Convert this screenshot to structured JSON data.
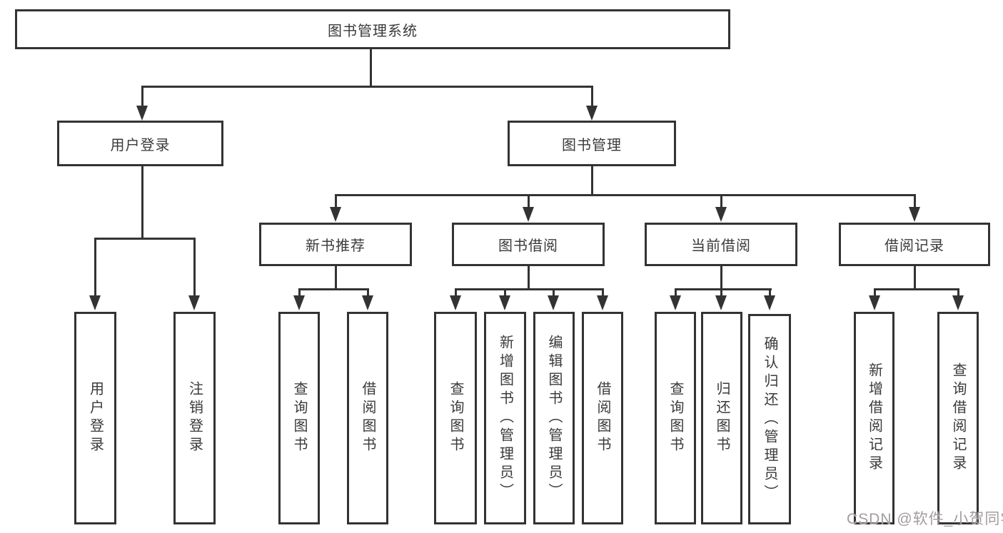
{
  "tree": {
    "root": {
      "label": "图书管理系统"
    },
    "user_login": {
      "label": "用户登录",
      "children": [
        {
          "label": "用户登录"
        },
        {
          "label": "注销登录"
        }
      ]
    },
    "book_mgmt": {
      "label": "图书管理",
      "modules": [
        {
          "label": "新书推荐",
          "children": [
            {
              "label": "查询图书"
            },
            {
              "label": "借阅图书"
            }
          ]
        },
        {
          "label": "图书借阅",
          "children": [
            {
              "label": "查询图书"
            },
            {
              "label": "新增图书（管理员）"
            },
            {
              "label": "编辑图书（管理员）"
            },
            {
              "label": "借阅图书"
            }
          ]
        },
        {
          "label": "当前借阅",
          "children": [
            {
              "label": "查询图书"
            },
            {
              "label": "归还图书"
            },
            {
              "label": "确认归还（管理员）"
            }
          ]
        },
        {
          "label": "借阅记录",
          "children": [
            {
              "label": "新增借阅记录"
            },
            {
              "label": "查询借阅记录"
            }
          ]
        }
      ]
    }
  },
  "watermark": {
    "text": "CSDN @软件_小贺同学"
  },
  "colors": {
    "line": "#333333",
    "box_border": "#333333",
    "text": "#3a3a3a",
    "background": "#ffffff",
    "watermark": "#968e91"
  }
}
